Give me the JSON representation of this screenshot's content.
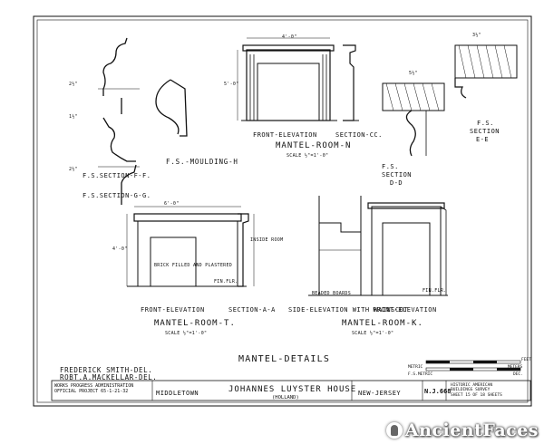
{
  "sheet": {
    "overall_title": "MANTEL-DETAILS",
    "watermark": "AncientFaces"
  },
  "labels": {
    "ps_section_ff": "F.S.SECTION-F-F.",
    "fs_moulding_h": "F.S.-MOULDING-H",
    "fs_section_gg": "F.S.SECTION-G-G.",
    "dim_2_half": "2½\"",
    "dim_1_half": "1½\"",
    "dim_2_half_b": "2½\"",
    "n_dim_top": "4'-0\"",
    "n_dim_right": "5'-0\"",
    "n_front_elev": "FRONT-ELEVATION",
    "n_section_cc": "SECTION-CC.",
    "n_mantel_title": "MANTEL-ROOM-N",
    "n_scale": "SCALE ½\"=1'-0\"",
    "dd_dim": "5½\"",
    "dd_fs": "F.S.",
    "dd_section": "SECTION",
    "dd_letter": "D-D",
    "ee_dim": "3½\"",
    "ee_fs": "F.S.",
    "ee_section": "SECTION",
    "ee_letter": "E-E",
    "t_dim_top": "6'-0\"",
    "t_dim_left": "4'-0\"",
    "t_brick_note": "BRICK FILLED AND PLASTERED",
    "t_front_elev": "FRONT-ELEVATION",
    "t_section_aa": "SECTION-A-A",
    "t_mantel_title": "MANTEL-ROOM-T.",
    "t_scale": "SCALE ½\"=1'-0\"",
    "t_inside_room": "INSIDE ROOM",
    "t_floor": "FIN.FLR.",
    "k_side_elev": "SIDE-ELEVATION WITH WAINSCOT",
    "k_front_elev": "FRONT-ELEVATION",
    "k_mantel_title": "MANTEL-ROOM-K.",
    "k_scale": "SCALE ½\"=1'-0\"",
    "k_floor": "FIN.FLR.",
    "k_beaded": "BEADED BOARDS"
  },
  "title_block": {
    "delineator_1": "FREDERICK SMITH-DEL.",
    "delineator_2": "ROBT.A.MACKELLAR-DEL.",
    "wpa_line_1": "WORKS PROGRESS ADMINISTRATION",
    "wpa_line_2": "OFFICIAL PROJECT 65-1-21-32",
    "location": "MIDDLETOWN",
    "building_name": "JOHANNES LUYSTER HOUSE",
    "building_subtitle": "(HOLLAND)",
    "state": "NEW-JERSEY",
    "survey_no": "N.J.668",
    "habs_line_1": "HISTORIC AMERICAN",
    "habs_line_2": "BUILDINGS SURVEY",
    "sheet_no": "SHEET 15 OF 18 SHEETS",
    "scale_feet": "FEET",
    "scale_metric": "METRIC",
    "scale_meters": "METERS",
    "scale_fs_metric": "F.S.METRIC",
    "scale_dec": "DEC."
  }
}
